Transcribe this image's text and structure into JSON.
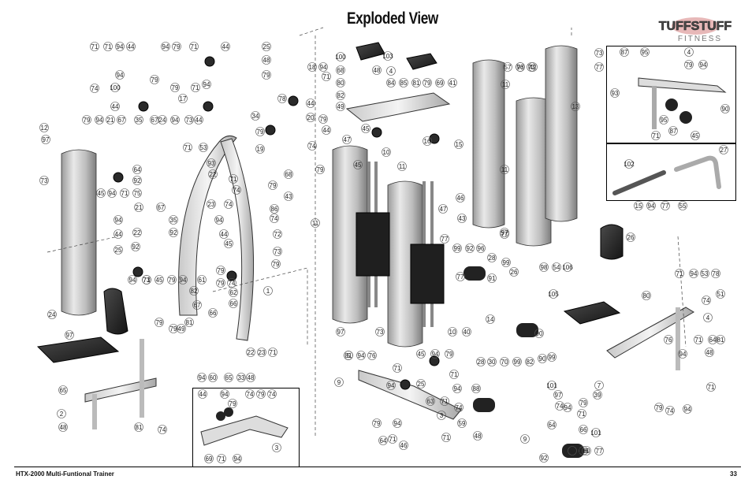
{
  "page": {
    "title": "Exploded View",
    "footer_left": "HTX-2000 Multi-Funtional Trainer",
    "page_number": "33"
  },
  "logo": {
    "brand_top": "TUFFSTUFF",
    "brand_bottom": "FITNESS",
    "color": "#5a5a5a"
  },
  "colors": {
    "tube_dark": "#8c8c8c",
    "tube_light": "#e8e8e8",
    "pad_black": "#2a2a2a",
    "line": "#333333"
  },
  "part_callouts": {
    "top_left_group": [
      "71",
      "71",
      "94",
      "44",
      "94",
      "79",
      "71",
      "44",
      "74",
      "94",
      "100",
      "79",
      "44",
      "17",
      "79",
      "71",
      "94"
    ],
    "left_frame": [
      "12",
      "97",
      "73",
      "79",
      "94",
      "21",
      "67",
      "35",
      "67",
      "24",
      "94",
      "73",
      "44",
      "45",
      "94",
      "71",
      "64",
      "92",
      "75",
      "21",
      "67",
      "35",
      "92",
      "94",
      "22",
      "44",
      "92",
      "25",
      "94",
      "71",
      "45",
      "79",
      "94",
      "73",
      "79",
      "24",
      "97",
      "65",
      "2",
      "48",
      "81",
      "74"
    ],
    "center_frame": [
      "71",
      "53",
      "93",
      "22",
      "71",
      "74",
      "23",
      "74",
      "94",
      "44",
      "45",
      "79",
      "61",
      "79",
      "74",
      "82",
      "67",
      "62",
      "66",
      "66",
      "81",
      "49",
      "79",
      "79",
      "1",
      "22",
      "23",
      "71",
      "94",
      "60",
      "65",
      "33",
      "48"
    ],
    "upper_center": [
      "25",
      "48",
      "79",
      "18",
      "94",
      "71",
      "44",
      "20",
      "79",
      "44",
      "74",
      "78",
      "34",
      "79",
      "19",
      "79",
      "86",
      "74",
      "68",
      "43",
      "72",
      "73",
      "79"
    ],
    "weight_stack": [
      "100",
      "103",
      "68",
      "80",
      "82",
      "49",
      "4",
      "48",
      "84",
      "85",
      "81",
      "79",
      "69",
      "41",
      "47",
      "45",
      "10",
      "11",
      "45",
      "16",
      "15",
      "47",
      "46",
      "43",
      "11",
      "97",
      "73",
      "57",
      "96",
      "42",
      "10"
    ],
    "lower_center": [
      "81",
      "94",
      "76",
      "71",
      "45",
      "94",
      "79",
      "94",
      "25",
      "71",
      "94",
      "63",
      "71",
      "74",
      "59",
      "88",
      "3",
      "94",
      "71",
      "79",
      "9",
      "64",
      "46",
      "71",
      "48",
      "5"
    ],
    "right_lower": [
      "77",
      "99",
      "92",
      "96",
      "28",
      "99",
      "91",
      "77",
      "26",
      "14",
      "40",
      "28",
      "30",
      "70",
      "99",
      "82",
      "90",
      "90",
      "98",
      "54",
      "106",
      "105",
      "101",
      "97",
      "74",
      "94",
      "71",
      "79",
      "39",
      "7",
      "64",
      "66",
      "101",
      "106",
      "40",
      "30",
      "77",
      "92",
      "99",
      "9"
    ],
    "right_frame": [
      "15",
      "94",
      "77",
      "55",
      "26",
      "71",
      "94",
      "53",
      "78",
      "51",
      "74",
      "4",
      "81",
      "71",
      "64",
      "76",
      "94",
      "48",
      "74",
      "79",
      "71",
      "94",
      "80"
    ],
    "tubes": [
      "77",
      "73",
      "11",
      "73",
      "13",
      "73",
      "77",
      "11",
      "97"
    ]
  },
  "insets": [
    {
      "callouts": [
        "44",
        "94",
        "79",
        "74",
        "79",
        "74",
        "69",
        "71",
        "94",
        "3"
      ]
    },
    {
      "callouts": [
        "87",
        "95",
        "4",
        "79",
        "94",
        "93",
        "95",
        "87",
        "71",
        "45",
        "90"
      ]
    },
    {
      "callouts": [
        "102",
        "27"
      ]
    }
  ]
}
